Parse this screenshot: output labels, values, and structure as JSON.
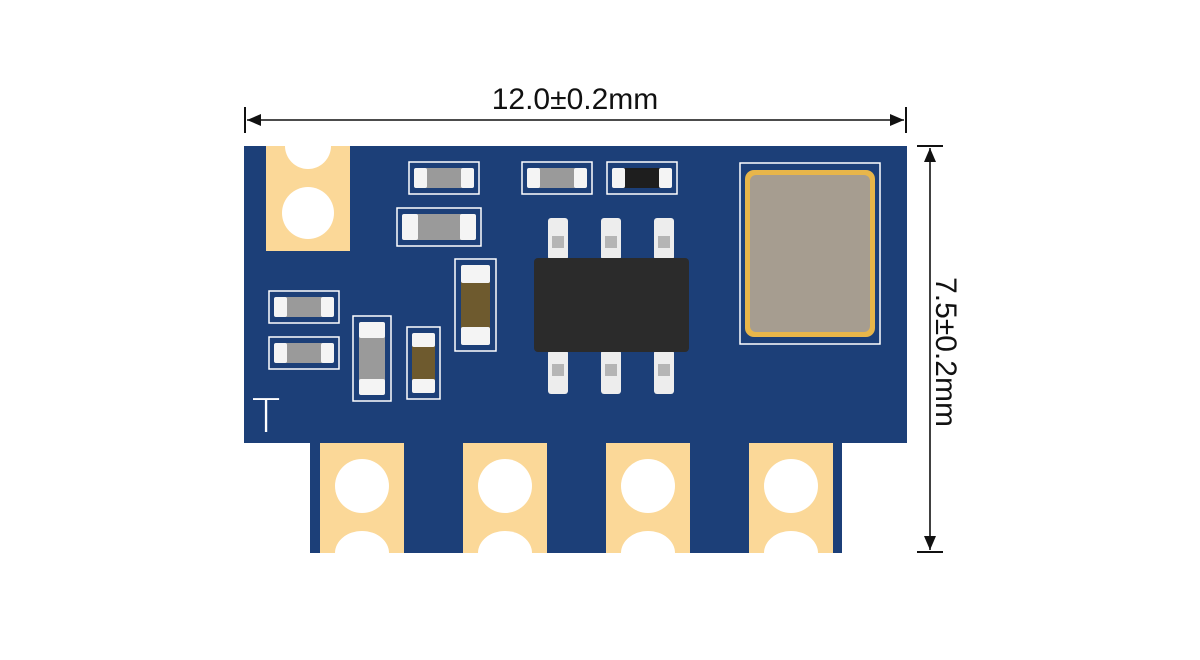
{
  "dimensions": {
    "width_label": "12.0±0.2mm",
    "height_label": "7.5±0.2mm"
  },
  "board": {
    "silkscreen_mark": "T",
    "colors": {
      "pcb": "#1c3f78",
      "pad": "#fbd898",
      "silkscreen": "#ffffff",
      "ic_body": "#2b2b2b",
      "ic_lead": "#e8e8e8",
      "crystal_fill": "#a69d90",
      "crystal_rim": "#e8b64a"
    },
    "components": [
      {
        "name": "capacitor"
      },
      {
        "name": "resistor"
      },
      {
        "name": "capacitor"
      },
      {
        "name": "resistor"
      },
      {
        "name": "capacitor"
      },
      {
        "name": "capacitor"
      },
      {
        "name": "capacitor"
      },
      {
        "name": "capacitor"
      },
      {
        "name": "capacitor"
      },
      {
        "name": "inductor"
      }
    ],
    "edge_pads": 4,
    "ic_pins": 6
  }
}
